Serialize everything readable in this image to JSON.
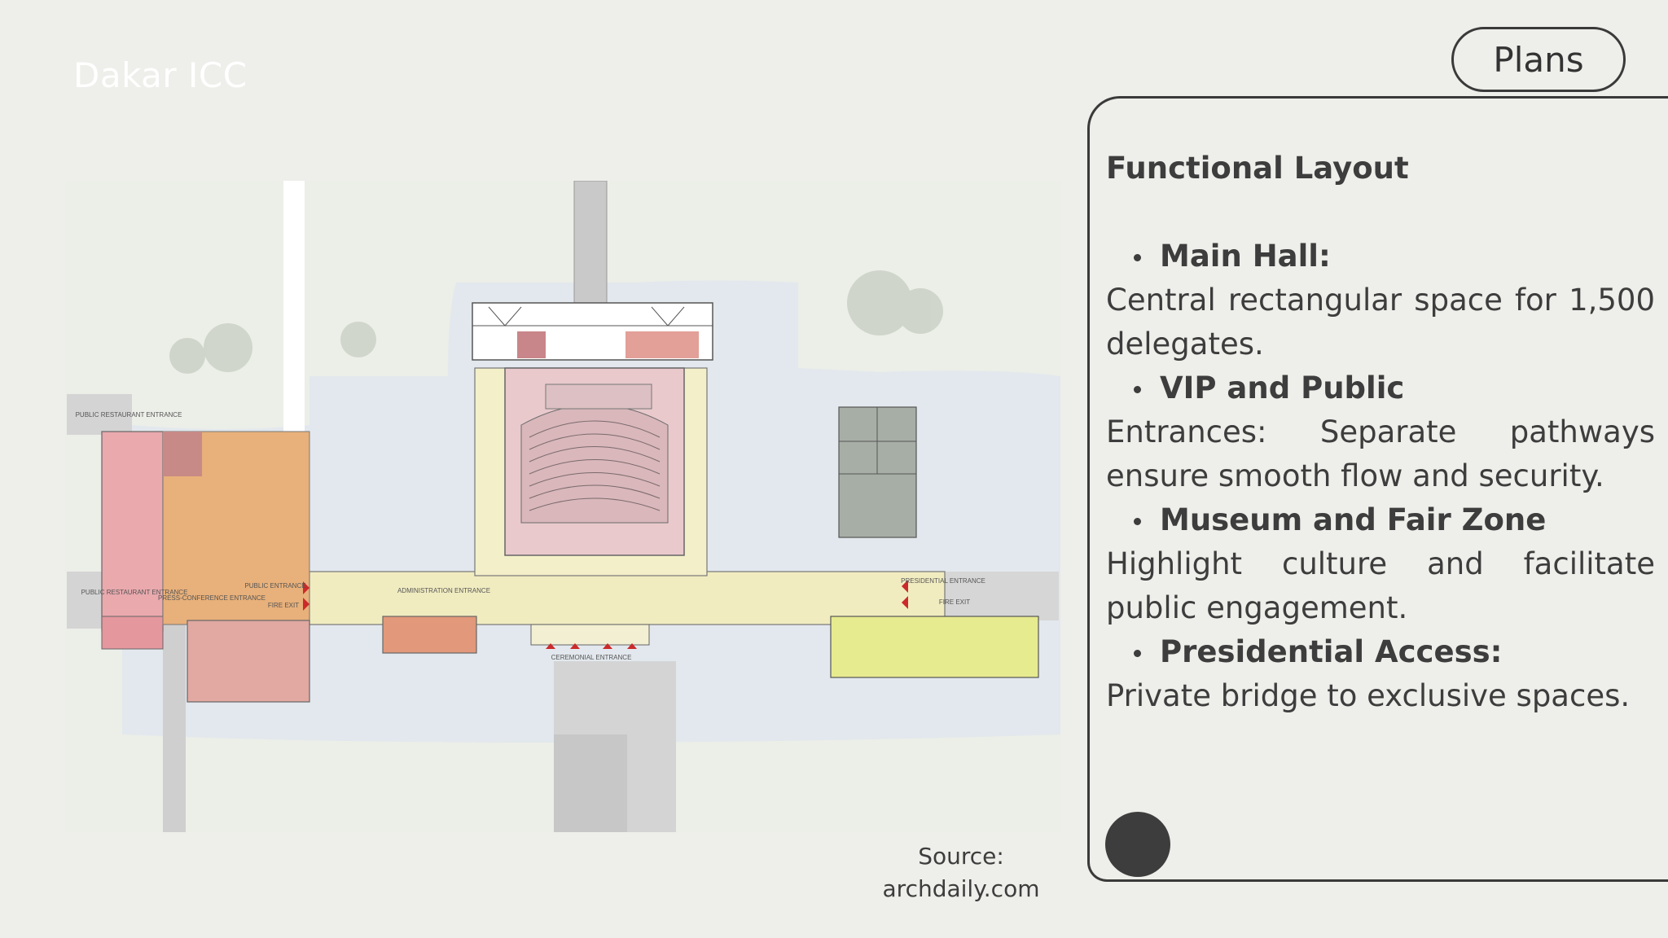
{
  "slide": {
    "title": "Dakar ICC",
    "tab_label": "Plans"
  },
  "panel": {
    "heading": "Functional Layout",
    "items": [
      {
        "label": "Main Hall:",
        "description": "Central rectangular space for 1,500 delegates."
      },
      {
        "label": "VIP and Public",
        "description": "Entrances: Separate pathways ensure smooth flow and security."
      },
      {
        "label": "Museum and Fair Zone",
        "description": "Highlight culture and facilitate public engagement."
      },
      {
        "label": "Presidential Access:",
        "description": "Private bridge to exclusive spaces."
      }
    ]
  },
  "source": {
    "line1": "Source:",
    "line2": "archdaily.com"
  },
  "floor_plan": {
    "labels": {
      "public_restaurant_entrance_top": "PUBLIC RESTAURANT ENTRANCE",
      "public_restaurant_entrance": "PUBLIC RESTAURANT ENTRANCE",
      "press_conference_entrance": "PRESS-CONFERENCE ENTRANCE",
      "public_entrance": "PUBLIC ENTRANCE",
      "fire_exit": "FIRE EXIT",
      "administration_entrance": "ADMINISTRATION ENTRANCE",
      "ceremonial_entrance": "CEREMONIAL ENTRANCE",
      "presidential_entrance": "PRESIDENTIAL ENTRANCE",
      "fire_exit_right": "FIRE EXIT"
    },
    "zone_colors": {
      "restaurant": "#e9a9ad",
      "public_hall": "#e8b07a",
      "main_hall": "#e9c9cc",
      "circulation": "#f1ecc0",
      "admin": "#e2987a",
      "presidential": "#a7aea6",
      "museum": "#e7eb8f"
    }
  }
}
